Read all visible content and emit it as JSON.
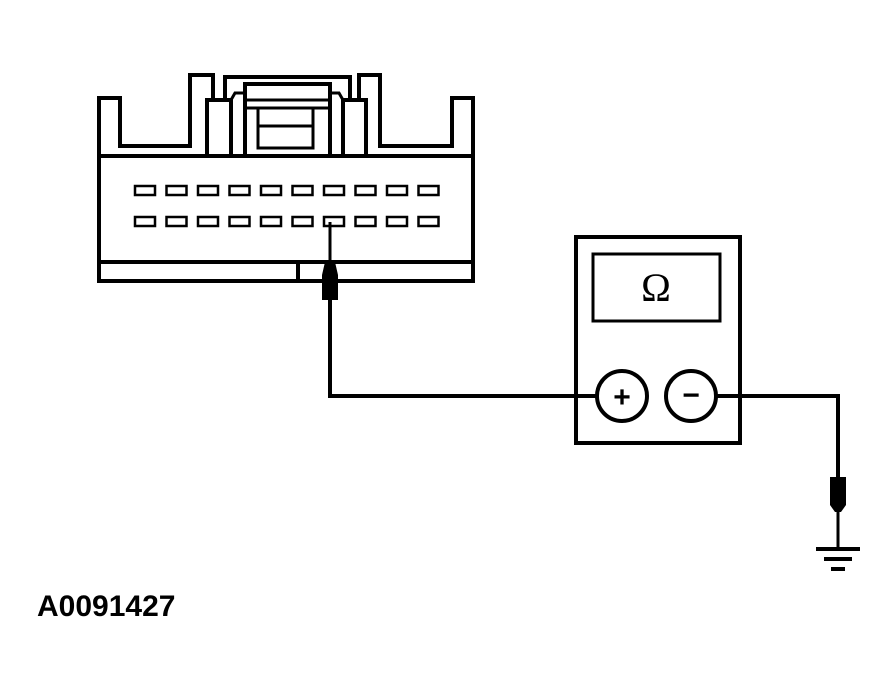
{
  "diagram": {
    "figure_id": "A0091427",
    "meter": {
      "display_symbol": "Ω",
      "positive_terminal": "+",
      "negative_terminal": "−"
    },
    "connector": {
      "pin_rows": 2,
      "pins_per_row": 10,
      "probed_pin": {
        "row": 2,
        "pin": 7
      }
    },
    "ground": {
      "icon": "ground-icon"
    }
  }
}
